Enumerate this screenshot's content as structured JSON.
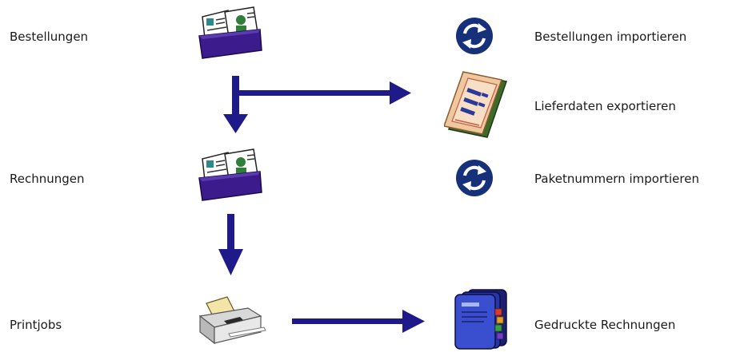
{
  "workflow": {
    "steps": [
      {
        "label": "Bestellungen",
        "icon": "inbox-tray-icon"
      },
      {
        "label": "Rechnungen",
        "icon": "inbox-tray-icon"
      },
      {
        "label": "Printjobs",
        "icon": "printer-icon"
      }
    ],
    "actions": [
      {
        "label": "Bestellungen importieren",
        "icon": "sync-icon"
      },
      {
        "label": "Lieferdaten exportieren",
        "icon": "delivery-sheet-icon"
      },
      {
        "label": "Paketnummern importieren",
        "icon": "sync-icon"
      },
      {
        "label": "Gedruckte Rechnungen",
        "icon": "binders-icon"
      }
    ]
  },
  "colors": {
    "arrow": "#1f1a8a",
    "tray": "#3c1c8c",
    "sync_circle": "#16307a",
    "binder": "#2f3fbf"
  }
}
